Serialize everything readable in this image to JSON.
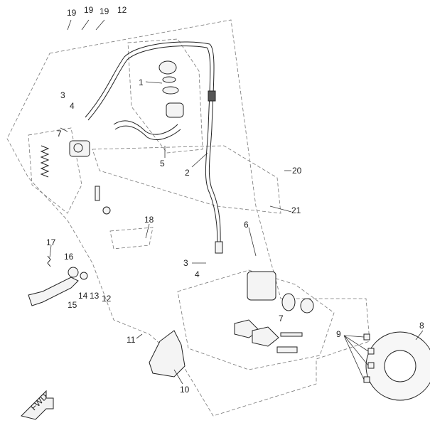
{
  "callouts": [
    {
      "id": "c19a",
      "text": "19"
    },
    {
      "id": "c19b",
      "text": "19"
    },
    {
      "id": "c19c",
      "text": "19"
    },
    {
      "id": "c12a",
      "text": "12"
    },
    {
      "id": "c1",
      "text": "1"
    },
    {
      "id": "c3a",
      "text": "3"
    },
    {
      "id": "c4a",
      "text": "4"
    },
    {
      "id": "c7a",
      "text": "7"
    },
    {
      "id": "c5",
      "text": "5"
    },
    {
      "id": "c2",
      "text": "2"
    },
    {
      "id": "c20",
      "text": "20"
    },
    {
      "id": "c21",
      "text": "21"
    },
    {
      "id": "c18",
      "text": "18"
    },
    {
      "id": "c6",
      "text": "6"
    },
    {
      "id": "c17",
      "text": "17"
    },
    {
      "id": "c16",
      "text": "16"
    },
    {
      "id": "c3b",
      "text": "3"
    },
    {
      "id": "c4b",
      "text": "4"
    },
    {
      "id": "c14",
      "text": "14"
    },
    {
      "id": "c13",
      "text": "13"
    },
    {
      "id": "c12b",
      "text": "12"
    },
    {
      "id": "c15",
      "text": "15"
    },
    {
      "id": "c7b",
      "text": "7"
    },
    {
      "id": "c11",
      "text": "11"
    },
    {
      "id": "c9",
      "text": "9"
    },
    {
      "id": "c8",
      "text": "8"
    },
    {
      "id": "c10",
      "text": "10"
    }
  ],
  "fwd_label": "FWD",
  "colors": {
    "ink": "#222222",
    "dashed_group": "#777777",
    "paper": "#ffffff"
  }
}
